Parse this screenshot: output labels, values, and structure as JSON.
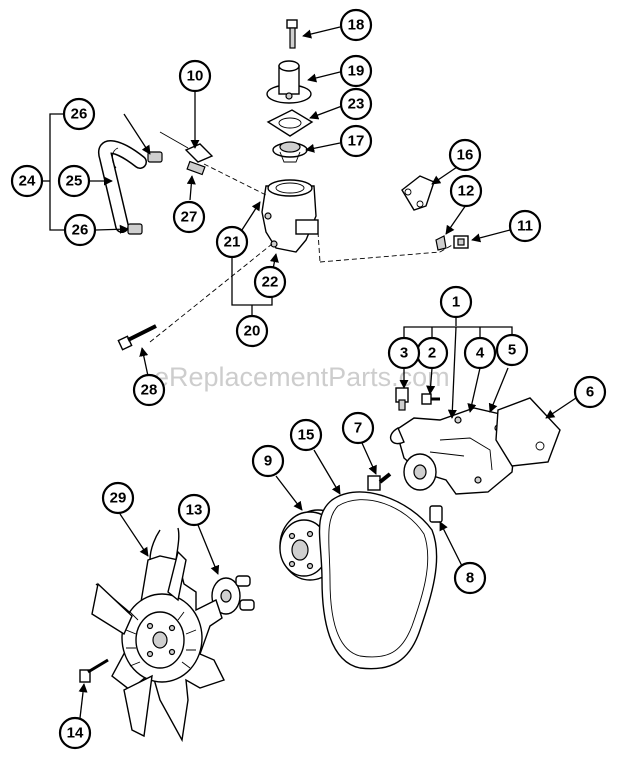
{
  "watermark": "eReplacementParts.com",
  "callouts": [
    "1",
    "2",
    "3",
    "4",
    "5",
    "6",
    "7",
    "8",
    "9",
    "10",
    "11",
    "12",
    "13",
    "14",
    "15",
    "16",
    "17",
    "18",
    "19",
    "20",
    "21",
    "22",
    "23",
    "24",
    "25",
    "26",
    "26",
    "27",
    "28",
    "29"
  ]
}
